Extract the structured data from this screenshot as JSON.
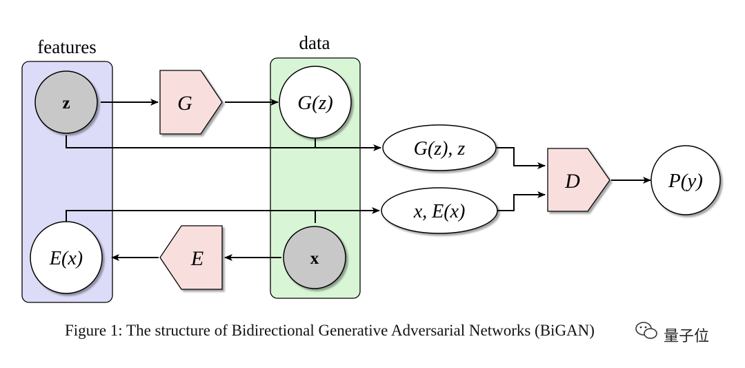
{
  "groups": {
    "features_label": "features",
    "data_label": "data"
  },
  "nodes": {
    "z": "z",
    "G_block": "G",
    "Gz": "G(z)",
    "Gz_z": "G(z), z",
    "x_Ex": "x, E(x)",
    "D_block": "D",
    "Py": "P(y)",
    "Ex": "E(x)",
    "E_block": "E",
    "x": "x"
  },
  "caption": "Figure 1: The structure of Bidirectional Generative Adversarial Networks (BiGAN)",
  "watermark": {
    "text": "量子位",
    "icon": "wechat-icon"
  },
  "colors": {
    "features_fill": "#dcdcf9",
    "data_fill": "#d8f5d5",
    "block_fill": "#f9dede",
    "latent_fill": "#c8c8c8",
    "stroke": "#000000"
  }
}
